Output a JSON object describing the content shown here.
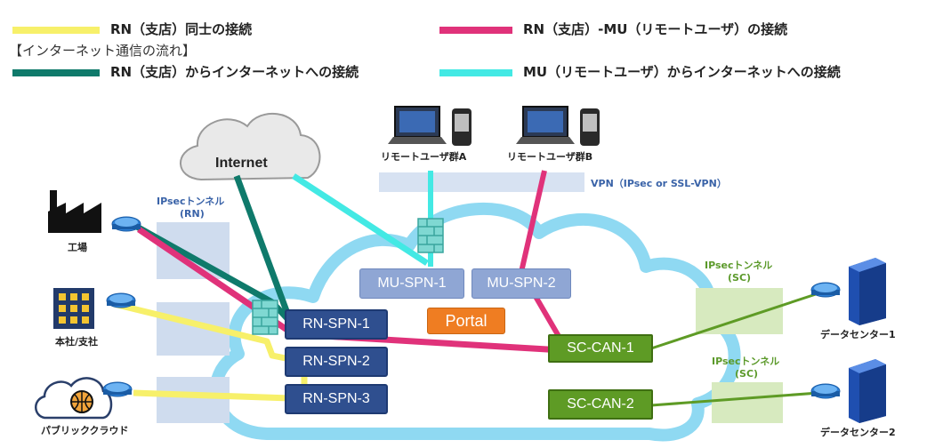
{
  "legend": {
    "rn_rn": "RN（支店）同士の接続",
    "rn_mu": "RN（支店）-MU（リモートユーザ）の接続",
    "flow_header": "【インターネット通信の流れ】",
    "rn_internet": "RN（支店）からインターネットへの接続",
    "mu_internet": "MU（リモートユーザ）からインターネットへの接続"
  },
  "colors": {
    "yellow": "#f7f06a",
    "magenta": "#e0327a",
    "teal": "#0f7a6b",
    "cyan": "#43e9e4",
    "cloud_border": "#8fd9f2"
  },
  "nodes": {
    "internet": "Internet",
    "remote_a": "リモートユーザ群A",
    "remote_b": "リモートユーザ群B",
    "vpn": "VPN（IPsec or SSL-VPN）",
    "factory": "工場",
    "hq": "本社/支社",
    "public_cloud": "パブリッククラウド",
    "dc1": "データセンター1",
    "dc2": "データセンター2",
    "ipsec_rn_1": "IPsecトンネル",
    "ipsec_rn_2": "(RN)",
    "ipsec_sc_1a": "IPsecトンネル",
    "ipsec_sc_1b": "(SC)",
    "ipsec_sc_2a": "IPsecトンネル",
    "ipsec_sc_2b": "(SC)"
  },
  "boxes": {
    "mu_spn_1": "MU-SPN-1",
    "mu_spn_2": "MU-SPN-2",
    "portal": "Portal",
    "rn_spn_1": "RN-SPN-1",
    "rn_spn_2": "RN-SPN-2",
    "rn_spn_3": "RN-SPN-3",
    "sc_can_1": "SC-CAN-1",
    "sc_can_2": "SC-CAN-2"
  },
  "icons": {
    "cloud": "cloud-icon",
    "laptop": "laptop-icon",
    "phone": "mobile-phone-icon",
    "firewall": "firewall-icon",
    "router": "router-icon",
    "factory": "factory-icon",
    "building": "building-icon",
    "globe": "globe-icon",
    "server": "server-icon"
  }
}
